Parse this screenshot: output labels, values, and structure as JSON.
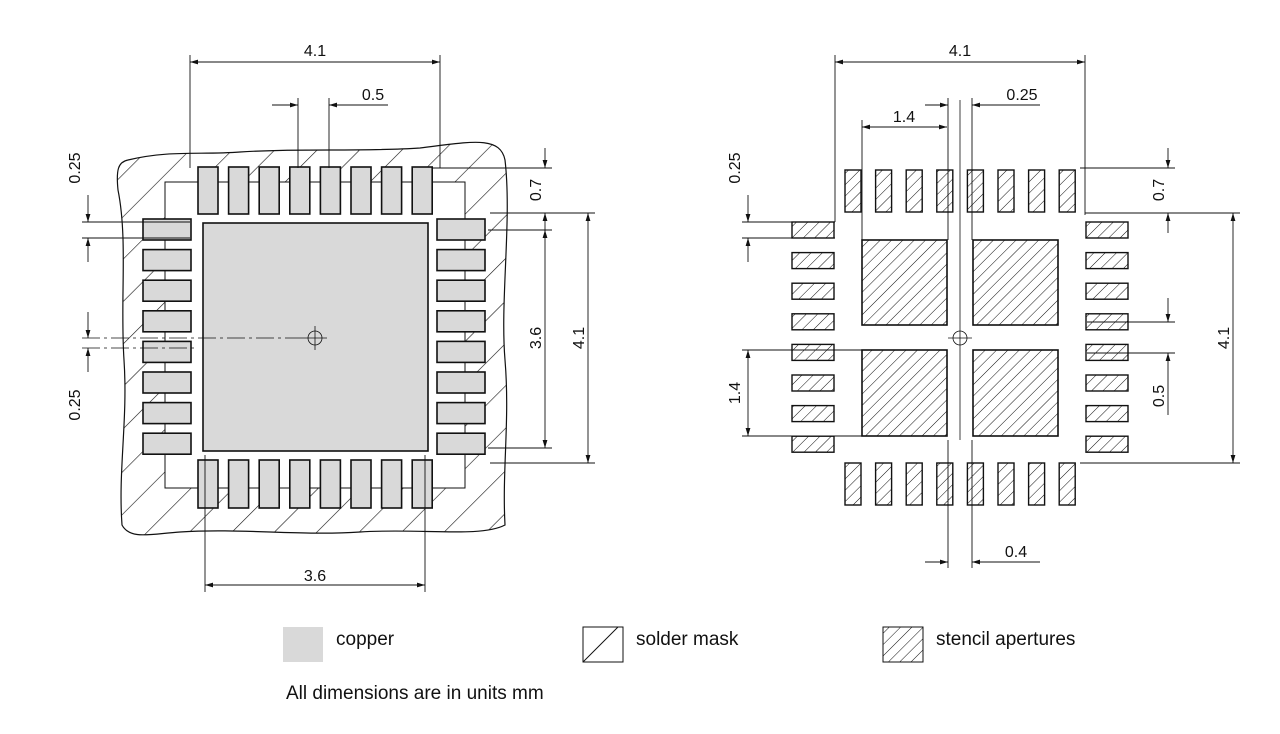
{
  "left_dims": {
    "top_width": "4.1",
    "pitch": "0.5",
    "pad_length": "0.7",
    "pad_width_top": "0.25",
    "pad_width_mid": "0.25",
    "pad_span": "3.6",
    "outer_span": "4.1",
    "bottom_width": "3.6"
  },
  "right_dims": {
    "top_width": "4.1",
    "stencil_width": "1.4",
    "center_gap": "0.25",
    "pad_length": "0.7",
    "pad_width": "0.25",
    "outer_span": "4.1",
    "stencil_height": "1.4",
    "pitch": "0.5",
    "bottom_gap": "0.4"
  },
  "legend": {
    "copper": "copper",
    "solder_mask": "solder mask",
    "stencil": "stencil apertures"
  },
  "colors": {
    "copper": "#d9d9d9",
    "line": "#111111"
  },
  "note": "All dimensions are in units mm"
}
